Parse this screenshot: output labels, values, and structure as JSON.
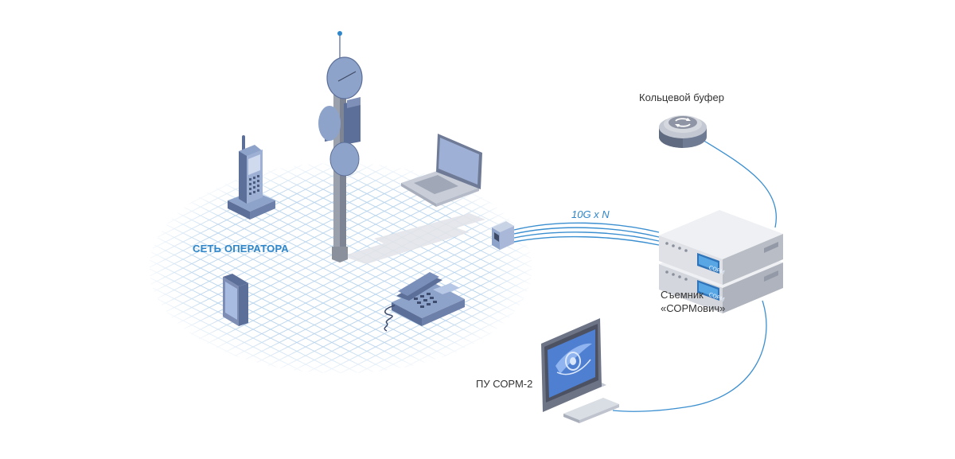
{
  "labels": {
    "operator_network": "СЕТЬ ОПЕРАТОРА",
    "link_capacity": "10G x N",
    "ring_buffer": "Кольцевой буфер",
    "capture_unit_line1": "Съемник",
    "capture_unit_line2": "«СОРМович»",
    "control_point": "ПУ СОРМ-2",
    "device_display": "СОРМ"
  },
  "icons": [
    "cell-tower-icon",
    "dect-phone-icon",
    "laptop-icon",
    "smartphone-icon",
    "desk-phone-icon",
    "network-socket-icon",
    "ring-buffer-icon",
    "rack-server-icon",
    "monitor-icon",
    "keyboard-icon",
    "eye-logo-icon"
  ],
  "colors": {
    "accent": "#2f86c9",
    "device_body": "#8ea3c9",
    "device_dark": "#5c6f99",
    "server_body": "#e4e6ea",
    "grid": "#b9d4ec"
  }
}
